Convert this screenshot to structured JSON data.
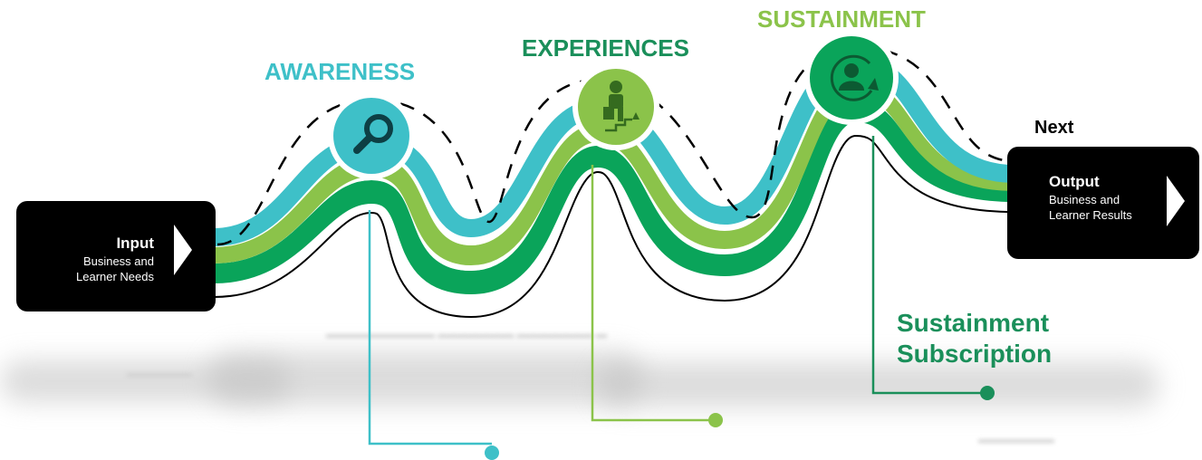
{
  "colors": {
    "teal": "#3ec0c8",
    "lime": "#8bc34a",
    "green": "#0aa45a",
    "dark_green": "#1a8f5a",
    "black": "#000000"
  },
  "input": {
    "title": "Input",
    "subtitle": "Business and Learner Needs"
  },
  "output": {
    "title": "Output",
    "subtitle": "Business and Learner Results",
    "next_label": "Next"
  },
  "stages": [
    {
      "title": "AWARENESS",
      "icon": "magnifier-icon",
      "color": "#3ec0c8"
    },
    {
      "title": "EXPERIENCES",
      "icon": "person-climbing-stairs-icon",
      "color": "#8bc34a"
    },
    {
      "title": "SUSTAINMENT",
      "icon": "person-cycle-icon",
      "color": "#0aa45a"
    }
  ],
  "callout": {
    "label": "Sustainment Subscription",
    "color": "#1a8f5a"
  }
}
